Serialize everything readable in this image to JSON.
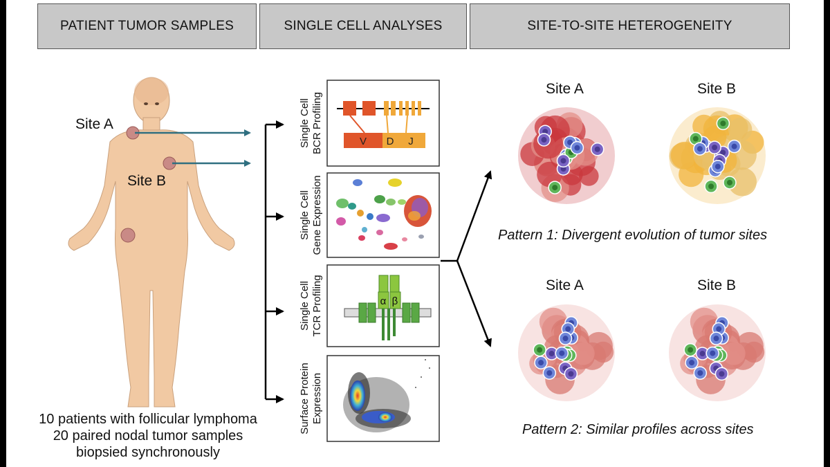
{
  "headers": {
    "samples": "PATIENT TUMOR SAMPLES",
    "analyses": "SINGLE CELL ANALYSES",
    "heterogeneity": "SITE-TO-SITE HETEROGENEITY"
  },
  "body_labels": {
    "site_a": "Site A",
    "site_b": "Site B"
  },
  "caption": [
    "10 patients with follicular lymphoma",
    "20 paired nodal tumor samples",
    "biopsied synchronously"
  ],
  "panels": {
    "bcr": {
      "line1": "Single Cell",
      "line2": "BCR Profiling",
      "v": "V",
      "d": "D",
      "j": "J"
    },
    "gex": {
      "line1": "Single Cell",
      "line2": "Gene Expression"
    },
    "tcr": {
      "line1": "Single Cell",
      "line2": "TCR Profiling",
      "alpha": "α",
      "beta": "β"
    },
    "protein": {
      "line1": "Surface Protein",
      "line2": "Expression"
    }
  },
  "pattern1": {
    "site_a": "Site A",
    "site_b": "Site B",
    "label": "Pattern 1: Divergent evolution of tumor sites"
  },
  "pattern2": {
    "site_a": "Site A",
    "site_b": "Site B",
    "label": "Pattern 2: Similar profiles across sites"
  },
  "colors": {
    "header_bg": "#c8c8c8",
    "skin": "#f1c9a3",
    "tumor_spot": "#c98a86",
    "arrow_teal": "#2f6f80",
    "gene_v": "#e0552a",
    "gene_dj": "#f0a83a",
    "tcr_green": "#5aa845",
    "red_cell": "#c9383e",
    "yellow_cell": "#f1b43c",
    "pink_cell": "#e3908a",
    "blue_cell": "#6f86d9",
    "green_cell": "#5fb65a",
    "purple_cell": "#7a64c4"
  }
}
